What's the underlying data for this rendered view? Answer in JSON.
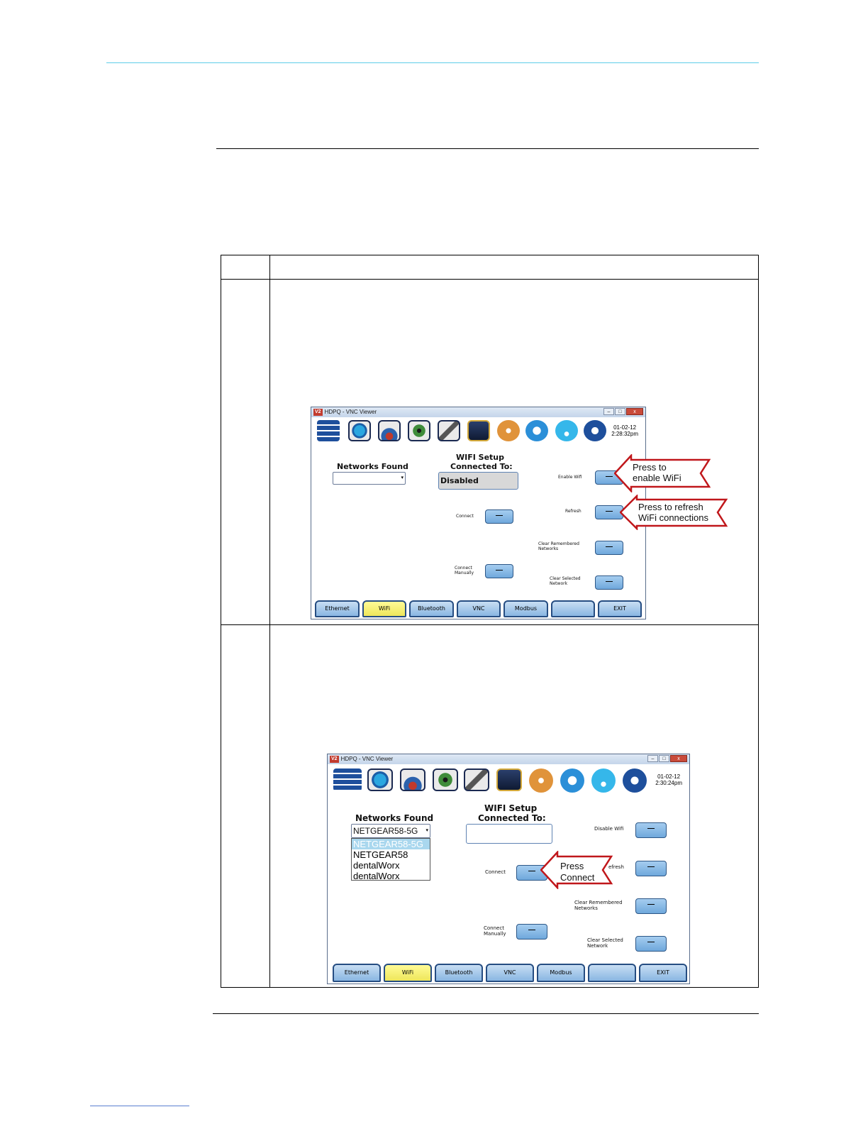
{
  "screen1": {
    "window_title": "HDPQ - VNC Viewer",
    "logo": "V2",
    "window_buttons": [
      "–",
      "□",
      "x"
    ],
    "date": "01-02-12",
    "time": "2:28:32pm",
    "networks_found_label": "Networks Found",
    "wifi_setup_title": "WIFI Setup",
    "connected_to_label": "Connected To:",
    "connected_to_value": "Disabled",
    "enable_wifi_label": "Enable Wifi",
    "refresh_label": "Refresh",
    "connect_label": "Connect",
    "clear_remembered_label_1": "Clear Remembered",
    "clear_remembered_label_2": "Networks",
    "connect_manually_label_1": "Connect",
    "connect_manually_label_2": "Manually",
    "clear_selected_label_1": "Clear Selected",
    "clear_selected_label_2": "Network",
    "button_glyph": "—",
    "tabs": [
      "Ethernet",
      "WiFi",
      "Bluetooth",
      "VNC",
      "Modbus",
      "",
      "EXIT"
    ],
    "callout_enable_1": "Press to",
    "callout_enable_2": "enable WiFi",
    "callout_refresh_1": "Press to refresh",
    "callout_refresh_2": "WiFi connections"
  },
  "screen2": {
    "window_title": "HDPQ - VNC Viewer",
    "logo": "V2",
    "window_buttons": [
      "–",
      "□",
      "x"
    ],
    "date": "01-02-12",
    "time": "2:30:24pm",
    "networks_found_label": "Networks Found",
    "selected_network": "NETGEAR58-5G",
    "network_list": [
      "NETGEAR58-5G",
      "NETGEAR58",
      "dentalWorx",
      "dentalWorx"
    ],
    "wifi_setup_title": "WIFI Setup",
    "connected_to_label": "Connected To:",
    "disable_wifi_label": "Disable Wifi",
    "refresh_label_partial": "efresh",
    "connect_label": "Connect",
    "clear_remembered_label_1": "Clear Remembered",
    "clear_remembered_label_2": "Networks",
    "connect_manually_label_1": "Connect",
    "connect_manually_label_2": "Manually",
    "clear_selected_label_1": "Clear Selected",
    "clear_selected_label_2": "Network",
    "button_glyph": "—",
    "tabs": [
      "Ethernet",
      "WiFi",
      "Bluetooth",
      "VNC",
      "Modbus",
      "",
      "EXIT"
    ],
    "callout_connect_1": "Press",
    "callout_connect_2": "Connect"
  },
  "colors": {
    "rule_cyan": "#5ecde8",
    "button_blue": "#6fa8dc",
    "active_tab_yellow": "#eee65a",
    "callout_red": "#c0171b"
  }
}
